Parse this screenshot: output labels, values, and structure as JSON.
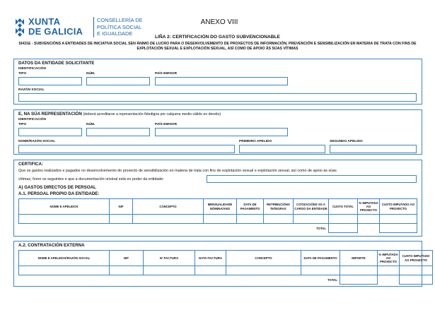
{
  "header": {
    "logo_line1": "XUNTA",
    "logo_line2": "DE GALICIA",
    "consellaria_line1": "CONSELLERÍA DE",
    "consellaria_line2": "POLÍTICA SOCIAL",
    "consellaria_line3": "E IGUALDADE",
    "annex": "ANEXO VIII",
    "title": "LIÑA 2: CERTIFICACIÓN DO GASTO SUBVENCIONABLE",
    "subtitle": "SI431E - SUBVENCIÓNS A ENTIDADES DE INICIATIVA SOCIAL SEN ÁNIMO DE LUCRO PARA O DESENVOLVEMENTO DE PROXECTOS DE INFORMACIÓN, PREVENCIÓN E SENSIBILIZACIÓN EN MATERIA DE TRATA CON FINS DE EXPLOTACIÓN SEXUAL E EXPLOTACIÓN SEXUAL, ASÍ COMO DE APOIO ÁS SÚAS VÍTIMAS"
  },
  "entity": {
    "title": "DATOS DA ENTIDADE SOLICITANTE",
    "identification": "IDENTIFICACIÓN",
    "type": "TIPO",
    "number": "NÚM.",
    "issuing_country": "PAÍS EMISOR",
    "business_name": "RAZÓN SOCIAL",
    "values": {
      "type": "",
      "number": "",
      "issuing_country": "",
      "business_name": ""
    }
  },
  "representation": {
    "title": "E, NA SÚA REPRESENTACIÓN",
    "note": "(deberá acreditarse a representación fidedigna por calquera medio válido en dereito)",
    "identification": "IDENTIFICACIÓN",
    "type": "TIPO",
    "number": "NÚM.",
    "issuing_country": "PAÍS EMISOR",
    "name": "NOME/RAZÓN SOCIAL",
    "surname1": "PRIMEIRO APELIDO",
    "surname2": "SEGUNDO APELIDO",
    "values": {
      "type": "",
      "number": "",
      "issuing_country": "",
      "name": "",
      "surname1": "",
      "surname2": ""
    }
  },
  "certify": {
    "title": "CERTIFICA:",
    "line1": "Que os gastos realizados e pagados no desenvolvemento do proxecto de sensibilización en materia de trata con fins de explotación sexual e explotación sexual, así como de apoio ás súas",
    "line2": "vítimas,  foron os seguintes e que a documentación orixinal está en poder da entidade:",
    "value": "",
    "section_a": "A) GASTOS DIRECTOS DE PERSOAL",
    "section_a1": "A.1. PERSOAL PROPIO DA ENTIDADE:",
    "table1_headers": [
      "NOME E APELIDOS",
      "NIF",
      "CONCEPTO",
      "MENSUALIDADE NÓMINA/ANO",
      "DATA DE PAGAMENTO",
      "RETRIBUCIÓNS ÍNTEGRAS",
      "COTIZACIÓNS SS A CARGO DA ENTIDADE",
      "CUSTO TOTAL",
      "% IMPUTADA AO PROXECTO",
      "CUSTO IMPUTADO AO PROXECTO"
    ],
    "total": "TOTAL"
  },
  "external": {
    "title": "A.2. CONTRATACIÓN EXTERNA",
    "headers": [
      "NOME E APELIDOS/RAZÓN SOCIAL",
      "NIF",
      "Nº FACTURA",
      "DATA FACTURA",
      "CONCEPTO",
      "DATA DE PAGAMENTO",
      "IMPORTE",
      "% IMPUTADA AO PROXECTO",
      "CUSTO IMPUTADO AO PROXECTO"
    ],
    "total": "TOTAL"
  },
  "colors": {
    "brand": "#1f66a8",
    "border": "#3b86c5"
  }
}
